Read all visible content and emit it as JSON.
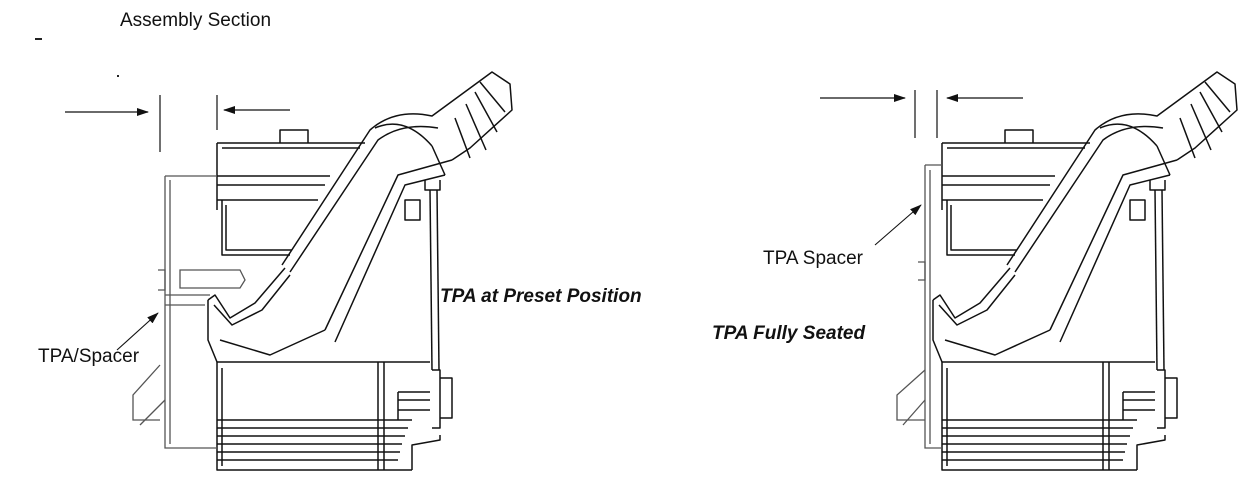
{
  "title": "Assembly Section",
  "left_view": {
    "position_label": "TPA at Preset Position",
    "callout_label": "TPA/Spacer"
  },
  "right_view": {
    "position_label": "TPA Fully Seated",
    "callout_label": "TPA Spacer"
  },
  "colors": {
    "line": "#111111",
    "background": "#ffffff"
  }
}
